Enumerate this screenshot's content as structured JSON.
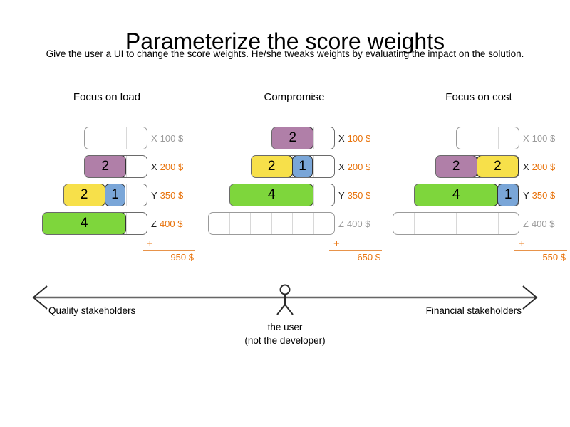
{
  "slide": {
    "title": "Parameterize the score weights",
    "subtitle": "Give the user a UI to change the score weights. He/she tweaks weights by evaluating the impact on the solution."
  },
  "colors": {
    "purple": "#b07fa8",
    "yellow": "#f7e04a",
    "blue": "#7aa6d8",
    "green": "#7ed63c",
    "accent_orange": "#e8730c",
    "muted_gray": "#9b9b9b",
    "empty_border": "#9b9b9b",
    "filled_border": "#333333"
  },
  "columns": [
    {
      "title": "Focus on load",
      "sum": {
        "plus": "+",
        "total": "950 $"
      },
      "rows": [
        {
          "letter": "X",
          "amount": "100 $",
          "muted": true,
          "capacity": 3,
          "segments": []
        },
        {
          "letter": "X",
          "amount": "200 $",
          "muted": false,
          "capacity": 3,
          "segments": [
            {
              "value": "2",
              "units": 2,
              "color": "purple"
            }
          ]
        },
        {
          "letter": "Y",
          "amount": "350 $",
          "muted": false,
          "capacity": 4,
          "segments": [
            {
              "value": "2",
              "units": 2,
              "color": "yellow"
            },
            {
              "value": "1",
              "units": 1,
              "color": "blue"
            }
          ]
        },
        {
          "letter": "Z",
          "amount": "400 $",
          "muted": false,
          "capacity": 5,
          "segments": [
            {
              "value": "4",
              "units": 4,
              "color": "green"
            }
          ]
        }
      ]
    },
    {
      "title": "Compromise",
      "sum": {
        "plus": "+",
        "total": "650 $"
      },
      "rows": [
        {
          "letter": "X",
          "amount": "100 $",
          "muted": false,
          "capacity": 3,
          "segments": [
            {
              "value": "2",
              "units": 2,
              "color": "purple"
            }
          ]
        },
        {
          "letter": "X",
          "amount": "200 $",
          "muted": false,
          "capacity": 4,
          "segments": [
            {
              "value": "2",
              "units": 2,
              "color": "yellow"
            },
            {
              "value": "1",
              "units": 1,
              "color": "blue"
            }
          ]
        },
        {
          "letter": "Y",
          "amount": "350 $",
          "muted": false,
          "capacity": 5,
          "segments": [
            {
              "value": "4",
              "units": 4,
              "color": "green"
            }
          ]
        },
        {
          "letter": "Z",
          "amount": "400 $",
          "muted": true,
          "capacity": 6,
          "segments": []
        }
      ]
    },
    {
      "title": "Focus on cost",
      "sum": {
        "plus": "+",
        "total": "550 $"
      },
      "rows": [
        {
          "letter": "X",
          "amount": "100 $",
          "muted": true,
          "capacity": 3,
          "segments": []
        },
        {
          "letter": "X",
          "amount": "200 $",
          "muted": false,
          "capacity": 4,
          "segments": [
            {
              "value": "2",
              "units": 2,
              "color": "purple"
            },
            {
              "value": "2",
              "units": 2,
              "color": "yellow"
            }
          ]
        },
        {
          "letter": "Y",
          "amount": "350 $",
          "muted": false,
          "capacity": 5,
          "segments": [
            {
              "value": "4",
              "units": 4,
              "color": "green"
            },
            {
              "value": "1",
              "units": 1,
              "color": "blue"
            }
          ]
        },
        {
          "letter": "Z",
          "amount": "400 $",
          "muted": true,
          "capacity": 6,
          "segments": []
        }
      ]
    }
  ],
  "spectrum": {
    "left_label": "Quality stakeholders",
    "right_label": "Financial stakeholders",
    "user_caption_line1": "the user",
    "user_caption_line2": "(not the developer)"
  }
}
